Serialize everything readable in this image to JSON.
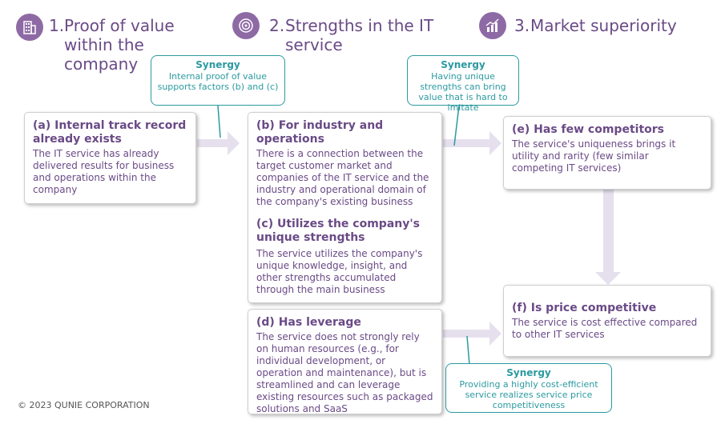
{
  "headers": [
    {
      "number": "1.",
      "title": "Proof of value\nwithin the\ncompany",
      "icon": "building-icon"
    },
    {
      "number": "2.",
      "title": "Strengths in the IT\nservice",
      "icon": "target-icon"
    },
    {
      "number": "3.",
      "title": "Market superiority",
      "icon": "bar-chart-icon"
    }
  ],
  "boxes": {
    "a": {
      "title": "(a) Internal track record already exists",
      "body": "The IT service has already delivered results for business and operations within the company"
    },
    "b": {
      "title": "(b) For industry and operations",
      "body": "There is a connection between the target customer market and companies of the IT service and the industry and operational domain of the company's existing business"
    },
    "c": {
      "title": "(c) Utilizes the company's unique strengths",
      "body": "The service utilizes the company's unique knowledge, insight, and other strengths accumulated through the main business"
    },
    "d": {
      "title": "(d) Has leverage",
      "body": "The service does not strongly rely on human resources (e.g., for individual development, or operation and maintenance), but is streamlined and can leverage existing resources such as packaged solutions and SaaS"
    },
    "e": {
      "title": "(e) Has few competitors",
      "body": "The service's uniqueness brings it utility and rarity (few similar competing IT services)"
    },
    "f": {
      "title": "(f) Is price competitive",
      "body": "The service is cost effective compared to other IT services"
    }
  },
  "callouts": [
    {
      "title": "Synergy",
      "body": "Internal proof of value supports factors (b) and (c)"
    },
    {
      "title": "Synergy",
      "body": "Having unique strengths can bring value that is hard to imitate"
    },
    {
      "title": "Synergy",
      "body": "Providing a highly cost-efficient service realizes service price competitiveness"
    }
  ],
  "footer": "© 2023 QUNIE CORPORATION",
  "colors": {
    "purple": "#6a4a86",
    "icon_bg": "#8e6aa5",
    "teal": "#2b9aa0",
    "arrow": "#e6e0ee"
  }
}
